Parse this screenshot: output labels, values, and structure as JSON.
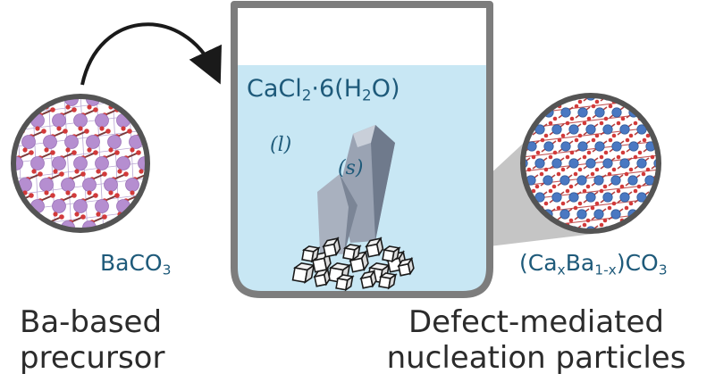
{
  "labels": {
    "solution_formula": {
      "pre": "CaCl",
      "sub1": "2",
      "mid": "·6(H",
      "sub2": "2",
      "post": "O)"
    },
    "liquid_phase": "(l)",
    "solid_phase": "(s)",
    "precursor_formula": {
      "pre": "BaCO",
      "sub": "3"
    },
    "product_formula": {
      "p1": "(Ca",
      "s1": "x",
      "p2": "Ba",
      "s2": "1-x",
      "p3": ")CO",
      "s3": "3"
    },
    "caption_left": [
      "Ba-based",
      "precursor"
    ],
    "caption_right": [
      "Defect-mediated",
      "nucleation particles"
    ]
  },
  "colors": {
    "solution": "#c8e7f4",
    "beaker_outline": "#7d7d7d",
    "text_blue": "#1e5a7a",
    "ba_atom": "#b58ed0",
    "ca_atom": "#4a78c2",
    "oxygen_atom": "#d23a3a",
    "crystal": "#8d97a8"
  }
}
